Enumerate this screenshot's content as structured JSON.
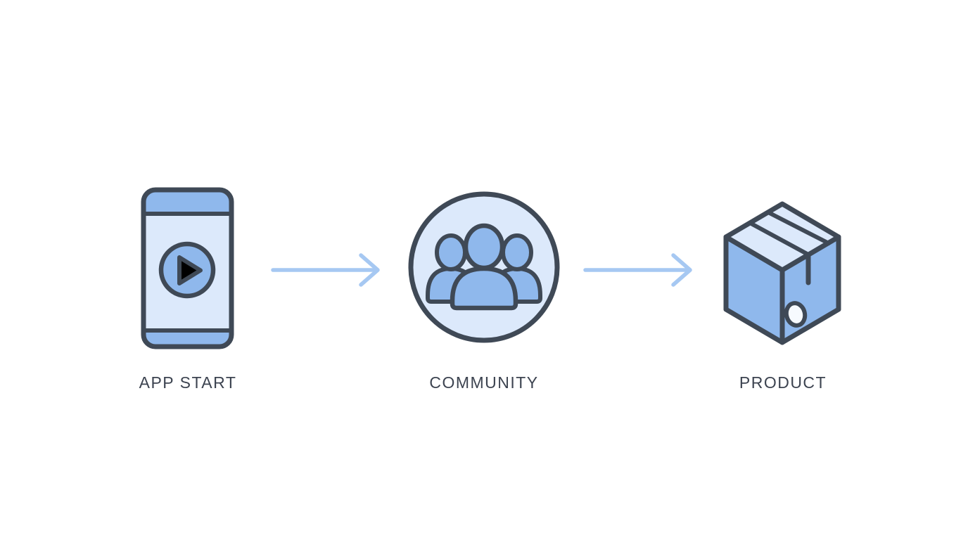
{
  "diagram": {
    "title": "app-start-to-product-flow",
    "steps": [
      {
        "label": "APP START",
        "icon": "phone-play-icon"
      },
      {
        "label": "COMMUNITY",
        "icon": "people-group-icon"
      },
      {
        "label": "PRODUCT",
        "icon": "package-box-icon"
      }
    ],
    "connectors": [
      {
        "icon": "arrow-right-icon",
        "direction": "right"
      },
      {
        "icon": "arrow-right-icon",
        "direction": "right"
      }
    ]
  },
  "colors": {
    "background": "#ffffff",
    "outline": "#3f4956",
    "fill_medium": "#8fb8ec",
    "fill_light": "#dce9fb",
    "fill_highlight": "#eef5fd",
    "arrow": "#a6c8f2",
    "label_text": "#3c4350"
  }
}
